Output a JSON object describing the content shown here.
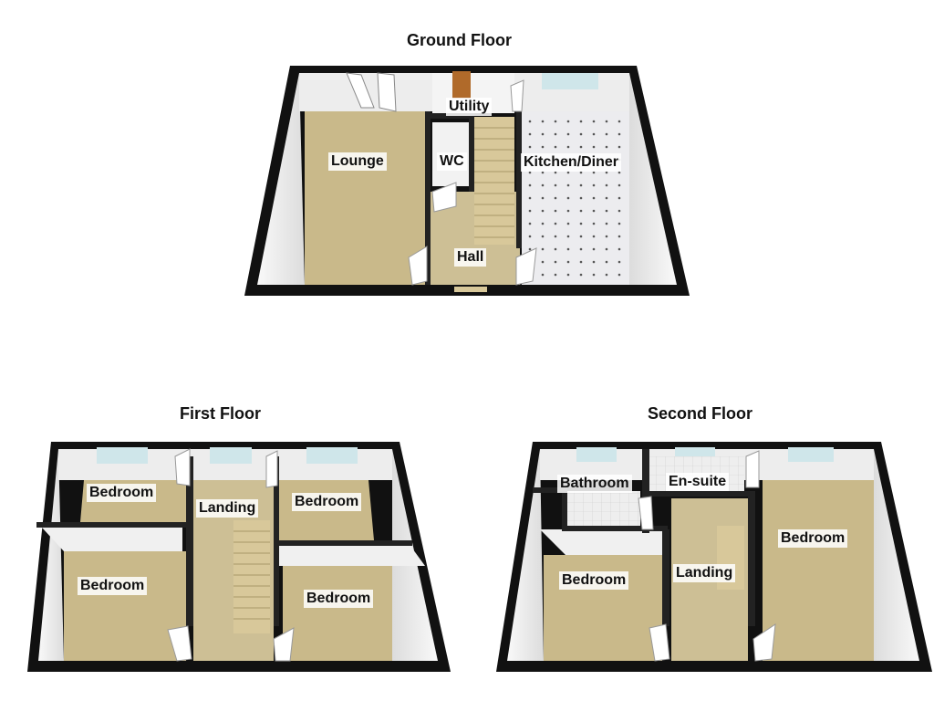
{
  "floors": [
    {
      "title": "Ground Floor",
      "rooms": [
        "Lounge",
        "Utility",
        "WC",
        "Kitchen/Diner",
        "Hall"
      ]
    },
    {
      "title": "First Floor",
      "rooms": [
        "Bedroom",
        "Landing",
        "Bedroom",
        "Bedroom",
        "Bedroom"
      ]
    },
    {
      "title": "Second Floor",
      "rooms": [
        "Bathroom",
        "En-suite",
        "Bedroom",
        "Landing",
        "Bedroom"
      ]
    }
  ],
  "colors": {
    "wall": "#111111",
    "floor_carpet": "#c9b98a",
    "floor_tile": "#e6e6ea",
    "wall_face": "#f2f2f2",
    "window": "#cfe6ea",
    "stairs": "#d8c89a"
  }
}
